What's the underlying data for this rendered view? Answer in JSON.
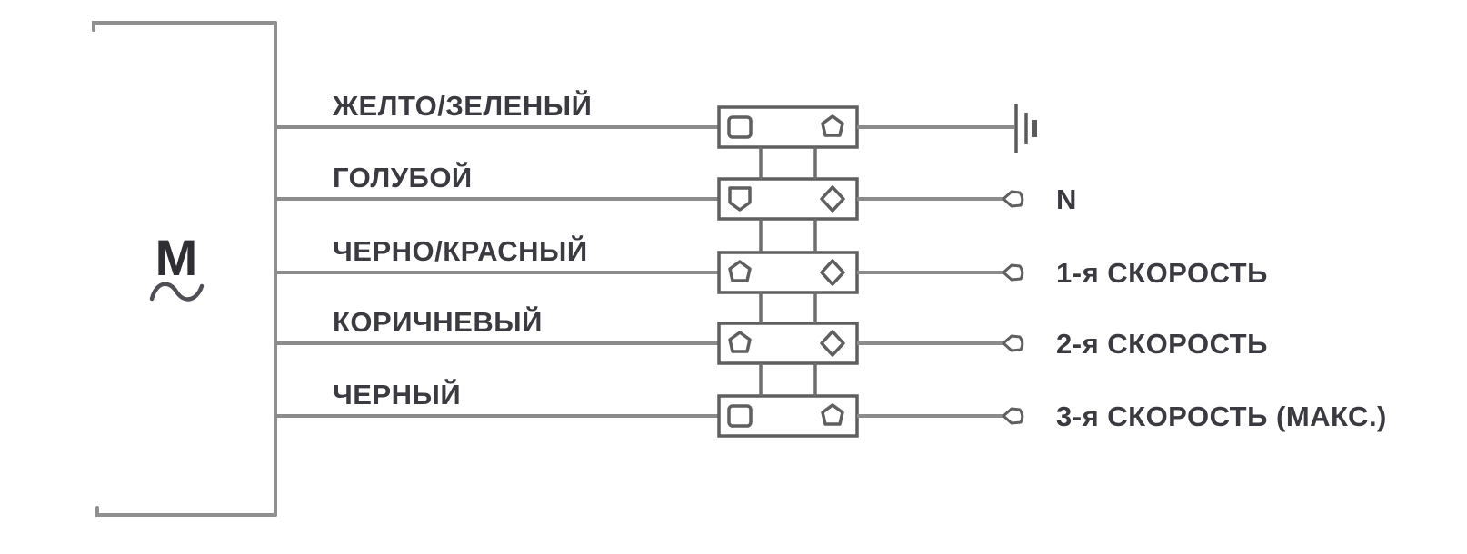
{
  "diagram": {
    "title": "motor-speed-wiring-diagram",
    "motor": {
      "label": "M",
      "symbol_icon": "ac-tilde"
    },
    "rows": [
      {
        "wire_label": "ЖЕЛТО/ЗЕЛЕНЫЙ",
        "block_left_icon": "square-terminal",
        "block_right_icon": "round-terminal",
        "end_icon": "earth-ground"
      },
      {
        "wire_label": "ГОЛУБОЙ",
        "block_left_icon": "shield-terminal",
        "block_right_icon": "diamond-terminal",
        "end_icon": "pin-terminal",
        "terminal_label": "N"
      },
      {
        "wire_label": "ЧЕРНО/КРАСНЫЙ",
        "block_left_icon": "round-terminal",
        "block_right_icon": "diamond-terminal",
        "end_icon": "pin-terminal",
        "terminal_label": "1-я СКОРОСТЬ"
      },
      {
        "wire_label": "КОРИЧНЕВЫЙ",
        "block_left_icon": "round-terminal",
        "block_right_icon": "diamond-terminal",
        "end_icon": "pin-terminal",
        "terminal_label": "2-я СКОРОСТЬ"
      },
      {
        "wire_label": "ЧЕРНЫЙ",
        "block_left_icon": "square-terminal",
        "block_right_icon": "round-terminal",
        "end_icon": "pin-terminal",
        "terminal_label": "3-я СКОРОСТЬ (МАКС.)"
      }
    ],
    "colors": {
      "wire": "#8c8c8c",
      "block_outline": "#5f5f5f",
      "text": "#3a3a40",
      "background": "#ffffff"
    }
  }
}
